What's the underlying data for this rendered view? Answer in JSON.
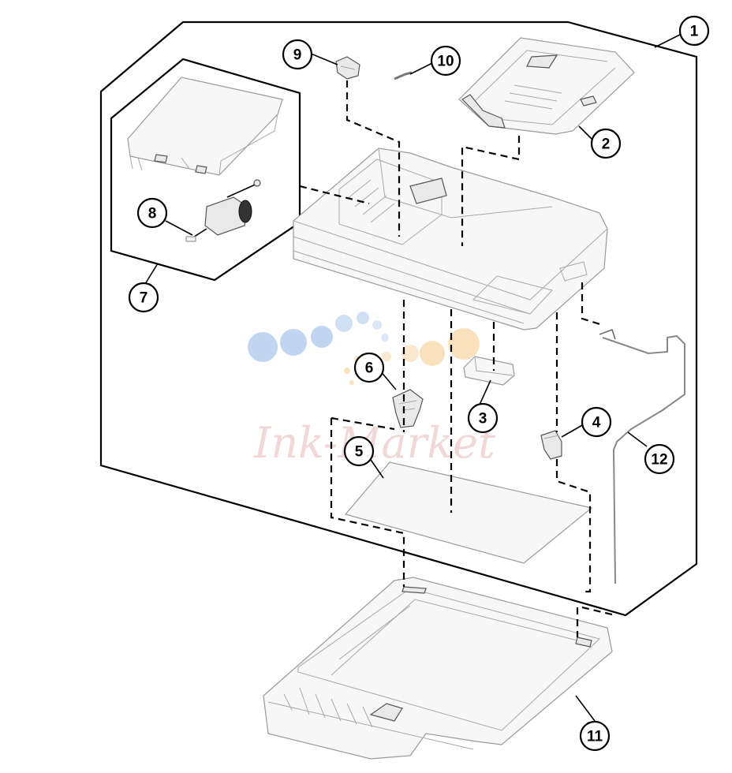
{
  "diagram": {
    "type": "exploded-parts-view",
    "callouts": [
      {
        "id": "1",
        "label": "1"
      },
      {
        "id": "2",
        "label": "2"
      },
      {
        "id": "3",
        "label": "3"
      },
      {
        "id": "4",
        "label": "4"
      },
      {
        "id": "5",
        "label": "5"
      },
      {
        "id": "6",
        "label": "6"
      },
      {
        "id": "7",
        "label": "7"
      },
      {
        "id": "8",
        "label": "8"
      },
      {
        "id": "9",
        "label": "9"
      },
      {
        "id": "10",
        "label": "10"
      },
      {
        "id": "11",
        "label": "11"
      },
      {
        "id": "12",
        "label": "12"
      }
    ]
  },
  "watermark": {
    "text": "Ink-Market",
    "colors": {
      "blue": "#8fb4e6",
      "orange": "#f6c98a",
      "red": "#e8b8b8"
    }
  }
}
